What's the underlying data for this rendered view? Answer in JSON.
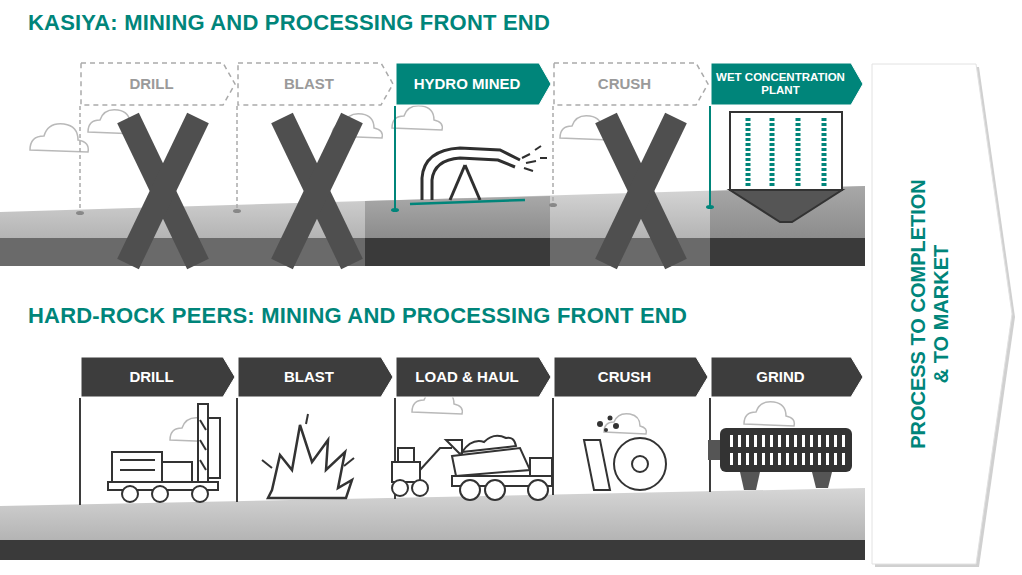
{
  "diagram": {
    "title": "KASIYA: MINING AND PROCESSING FRONT END",
    "nodes": [
      {
        "text": [
          "DRILL"
        ]
      },
      {
        "text": [
          "BLAST"
        ]
      },
      {
        "text": [
          "HYDRO MINED"
        ]
      },
      {
        "text": [
          "CRUSH"
        ]
      },
      {
        "text": [
          "WET CONCENTRATION PLANT"
        ]
      },
      {
        "text": [
          "DRILL"
        ]
      },
      {
        "text": [
          "BLAST"
        ]
      },
      {
        "text": [
          "LOAD & HAUL"
        ]
      },
      {
        "text": [
          "CRUSH"
        ]
      },
      {
        "text": [
          "GRIND"
        ]
      },
      {
        "text": [
          "PROCESS TO COMPLETION & TO MARKET"
        ]
      }
    ],
    "labels": [
      "HARD-ROCK PEERS: MINING AND PROCESSING FRONT END"
    ]
  }
}
